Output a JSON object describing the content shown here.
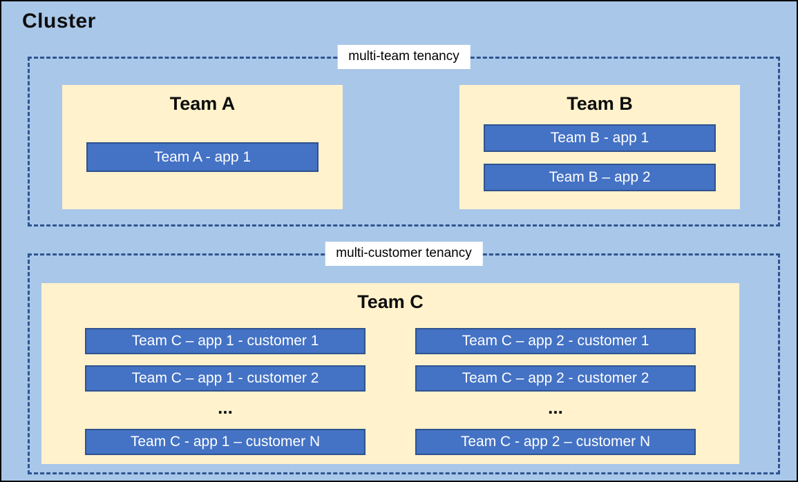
{
  "title": "Cluster",
  "multi_team": {
    "label": "multi-team tenancy",
    "team_a": {
      "name": "Team A",
      "apps": [
        "Team A - app 1"
      ]
    },
    "team_b": {
      "name": "Team B",
      "apps": [
        "Team B - app 1",
        "Team B – app 2"
      ]
    }
  },
  "multi_customer": {
    "label": "multi-customer tenancy",
    "team_c": {
      "name": "Team C",
      "app1_column": [
        "Team C – app 1 - customer 1",
        "Team C – app 1 - customer 2",
        "...",
        "Team C - app 1 – customer N"
      ],
      "app2_column": [
        "Team C – app 2 - customer 1",
        "Team C – app 2 - customer 2",
        "...",
        "Team C - app 2 – customer N"
      ]
    }
  },
  "colors": {
    "canvas_background": "#a9c7e8",
    "team_box_fill": "#fff2cc",
    "app_box_fill": "#4472c4",
    "app_box_border": "#2f528f",
    "dashed_border": "#2d5491",
    "label_background": "#ffffff"
  }
}
